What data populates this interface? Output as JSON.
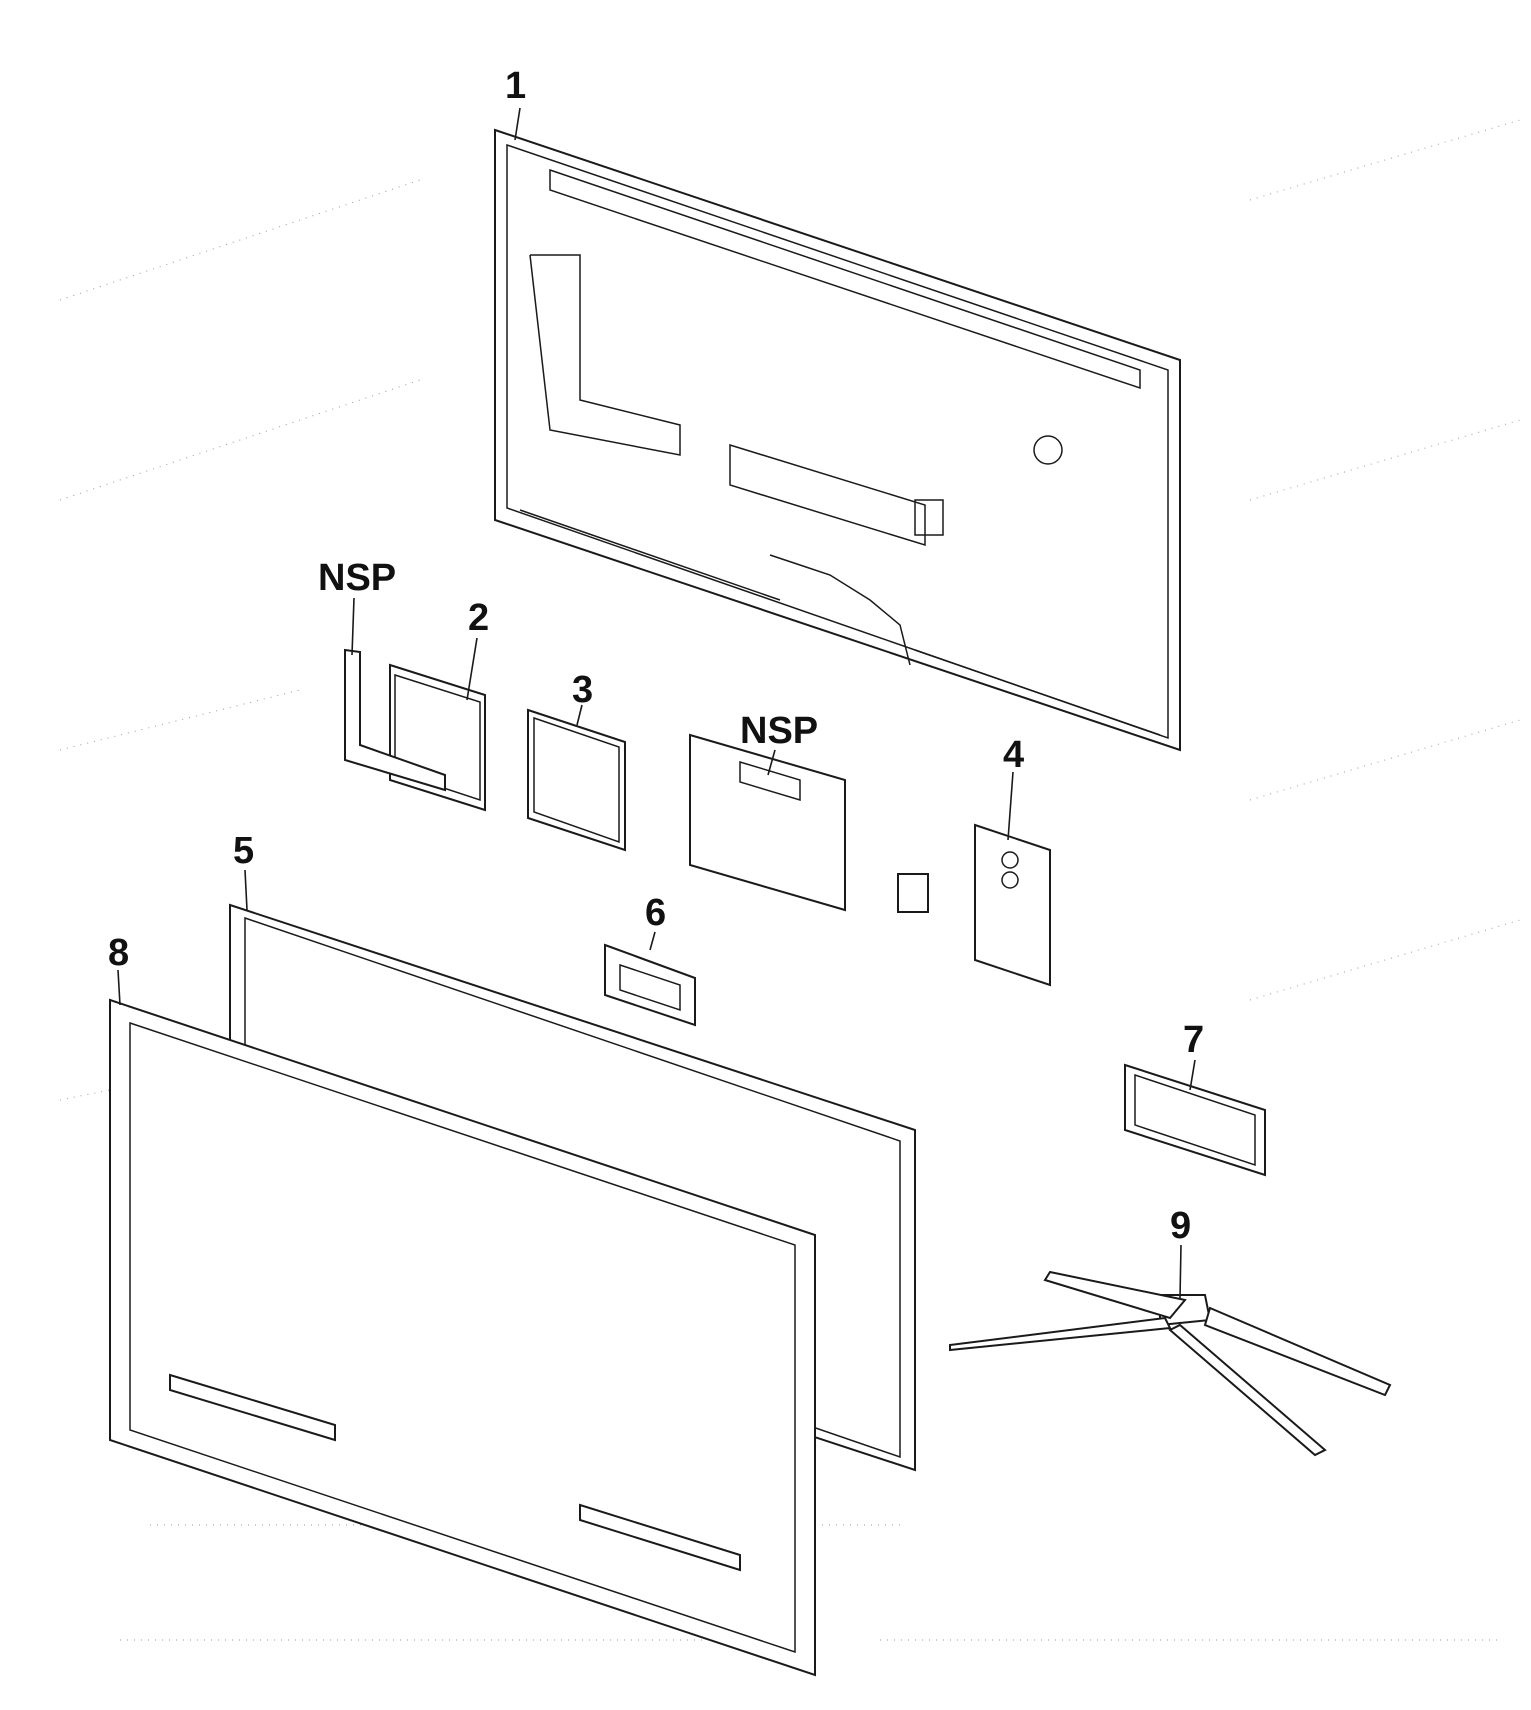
{
  "diagram": {
    "callouts": [
      {
        "id": "c1",
        "label": "1"
      },
      {
        "id": "c2",
        "label": "2"
      },
      {
        "id": "c3",
        "label": "3"
      },
      {
        "id": "c4",
        "label": "4"
      },
      {
        "id": "c5",
        "label": "5"
      },
      {
        "id": "c6",
        "label": "6"
      },
      {
        "id": "c7",
        "label": "7"
      },
      {
        "id": "c8",
        "label": "8"
      },
      {
        "id": "c9",
        "label": "9"
      },
      {
        "id": "cnsp1",
        "label": "NSP"
      },
      {
        "id": "cnsp2",
        "label": "NSP"
      }
    ],
    "colors": {
      "line": "#1a1a1a",
      "background": "#ffffff",
      "dots": "#9a9a9a"
    }
  }
}
